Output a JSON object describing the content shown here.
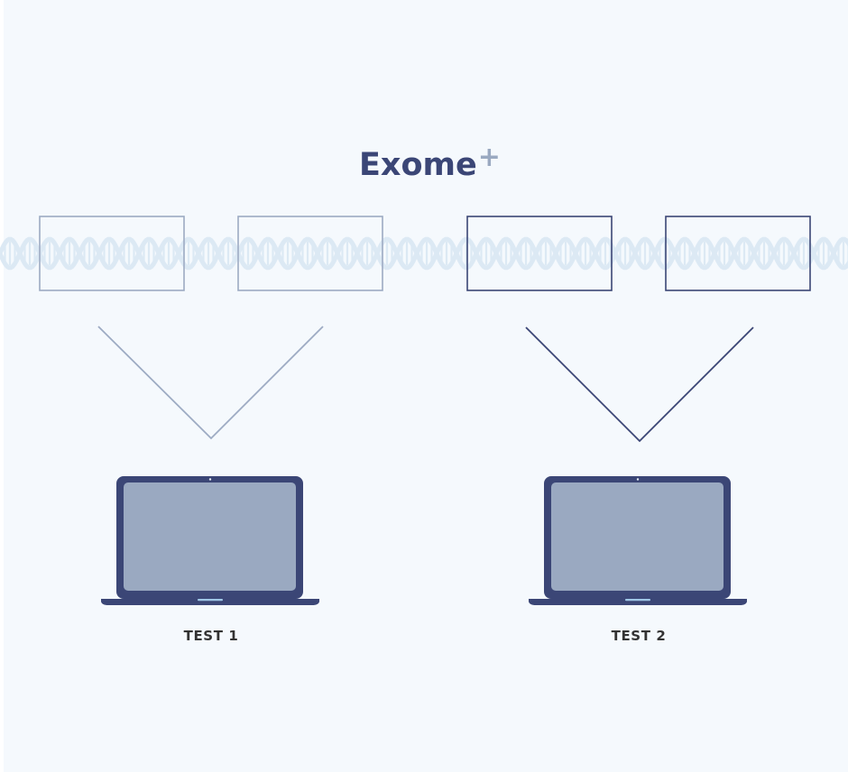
{
  "diagram": {
    "title": "Exome",
    "title_superscript": "+",
    "colors": {
      "background": "#f5f9fd",
      "navy": "#3b4676",
      "light_steel": "#9dabc3",
      "dna": "#dce9f4",
      "screen": "#9aa9c1",
      "label": "#333333"
    },
    "left_group": {
      "region_count": 2,
      "style": "light",
      "laptop_icon": "laptop-icon",
      "label": "TEST 1"
    },
    "right_group": {
      "region_count": 2,
      "style": "dark",
      "laptop_icon": "laptop-icon",
      "label": "TEST 2"
    }
  }
}
